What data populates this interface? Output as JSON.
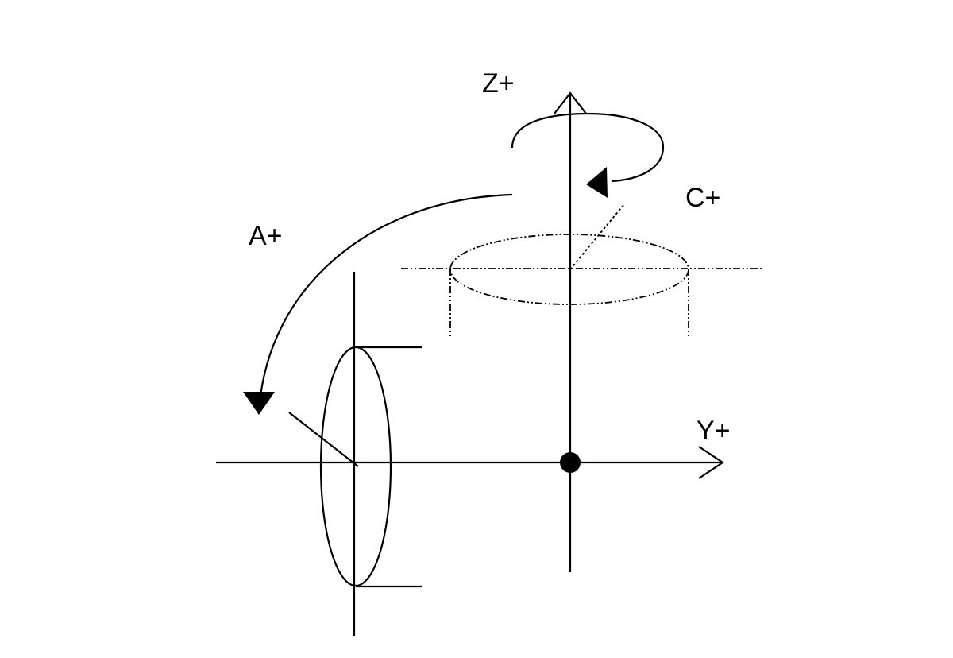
{
  "labels": {
    "z_axis": "Z+",
    "y_axis": "Y+",
    "a_rotation": "A+",
    "c_rotation": "C+"
  },
  "colors": {
    "stroke": "#000000",
    "background": "#ffffff"
  }
}
